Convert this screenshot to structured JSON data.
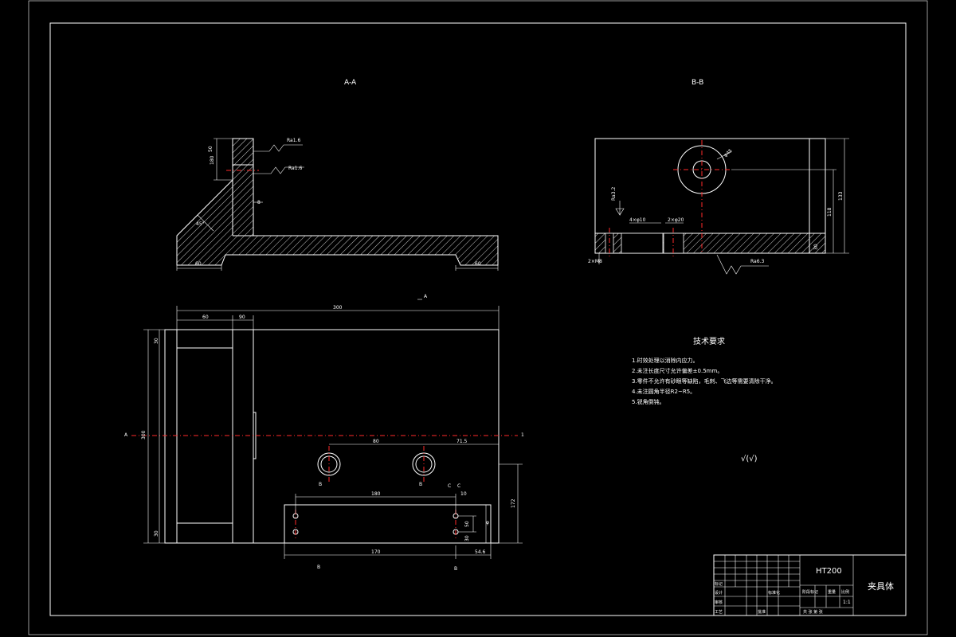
{
  "section_labels": {
    "a": "A-A",
    "b": "B-B"
  },
  "tech_requirements": {
    "title": "技术要求",
    "items": [
      "1.时效处理以消除内应力。",
      "2.未注长度尺寸允许偏差±0.5mm。",
      "3.零件不允许有砂眼等缺陷，毛刺、飞边等需要清除干净。",
      "4.未注圆角半径R2~R5。",
      "5.锐角倒钝。"
    ]
  },
  "roughness_note": "√(√)",
  "title_block": {
    "material": "HT200",
    "part_name": "夹具体",
    "scale": "1:1",
    "row_labels": [
      "标记",
      "设计",
      "审核",
      "工艺"
    ],
    "standardized": "标准化",
    "approved": "批准",
    "stage_mark": "阶段标记",
    "weight": "重量",
    "scale_label": "比例",
    "sheets": "共  张  第  张"
  },
  "dims": {
    "a_top_small": "50",
    "a_height": "180",
    "a_left_bottom": "60",
    "a_right_bottom": "60",
    "a_angle": "45°",
    "a_rough1": "Ra1.6",
    "a_rough2": "Ra1.6",
    "a_wall": "8",
    "b_dia": "φ45",
    "b_height": "133",
    "b_height2": "118",
    "b_base": "30",
    "b_rough": "Ra3.2",
    "b_rough2": "Ra6.3",
    "b_bottom_left": "2×M8",
    "b_slot1": "4×φ10",
    "b_slot2": "2×φ20",
    "plan_total": "300",
    "plan_left1": "60",
    "plan_left2": "90",
    "plan_height": "300",
    "plan_top_small": "30",
    "plan_bottom_small": "30",
    "plan_holes_gap": "80",
    "plan_right": "71.5",
    "plan_right_height": "172",
    "plan_slot_len": "180",
    "plan_slot_r": "10",
    "plan_slot_h1": "50",
    "plan_slot_h2": "30",
    "plan_bottom_total": "170",
    "plan_bottom_right": "54.6",
    "plan_marker_a": "A",
    "plan_marker_b": "B",
    "plan_marker_b2": "B",
    "plan_marker_c": "C",
    "plan_marker_c2": "C",
    "plan_marker_1": "1",
    "plan_marker_b3": "B",
    "plan_marker_b4": "B",
    "plan_label_p": "φ",
    "plan_arrow_a": "A"
  }
}
